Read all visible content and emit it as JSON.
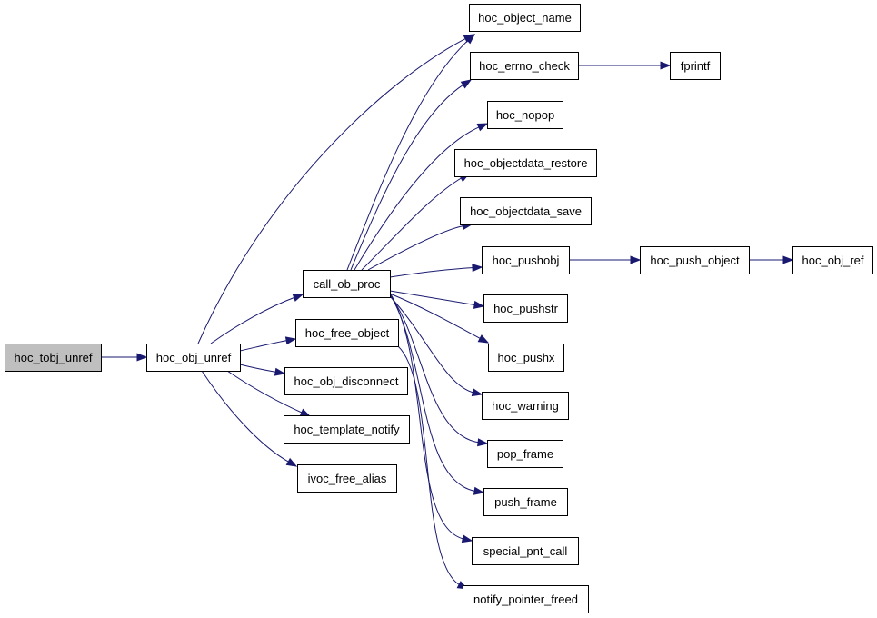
{
  "colors": {
    "edge": "#191970",
    "node_fill": "#ffffff",
    "root_fill": "#bfbfbf",
    "node_border": "#000000"
  },
  "nodes": [
    {
      "id": "hoc_tobj_unref",
      "label": "hoc_tobj_unref",
      "root": true
    },
    {
      "id": "hoc_obj_unref",
      "label": "hoc_obj_unref"
    },
    {
      "id": "call_ob_proc",
      "label": "call_ob_proc"
    },
    {
      "id": "hoc_free_object",
      "label": "hoc_free_object"
    },
    {
      "id": "hoc_obj_disconnect",
      "label": "hoc_obj_disconnect"
    },
    {
      "id": "hoc_template_notify",
      "label": "hoc_template_notify"
    },
    {
      "id": "ivoc_free_alias",
      "label": "ivoc_free_alias"
    },
    {
      "id": "hoc_object_name",
      "label": "hoc_object_name"
    },
    {
      "id": "hoc_errno_check",
      "label": "hoc_errno_check"
    },
    {
      "id": "fprintf",
      "label": "fprintf"
    },
    {
      "id": "hoc_nopop",
      "label": "hoc_nopop"
    },
    {
      "id": "hoc_objectdata_restore",
      "label": "hoc_objectdata_restore"
    },
    {
      "id": "hoc_objectdata_save",
      "label": "hoc_objectdata_save"
    },
    {
      "id": "hoc_pushobj",
      "label": "hoc_pushobj"
    },
    {
      "id": "hoc_push_object",
      "label": "hoc_push_object"
    },
    {
      "id": "hoc_obj_ref",
      "label": "hoc_obj_ref"
    },
    {
      "id": "hoc_pushstr",
      "label": "hoc_pushstr"
    },
    {
      "id": "hoc_pushx",
      "label": "hoc_pushx"
    },
    {
      "id": "hoc_warning",
      "label": "hoc_warning"
    },
    {
      "id": "pop_frame",
      "label": "pop_frame"
    },
    {
      "id": "push_frame",
      "label": "push_frame"
    },
    {
      "id": "special_pnt_call",
      "label": "special_pnt_call"
    },
    {
      "id": "notify_pointer_freed",
      "label": "notify_pointer_freed"
    }
  ],
  "edges": [
    {
      "from": "hoc_tobj_unref",
      "to": "hoc_obj_unref"
    },
    {
      "from": "hoc_obj_unref",
      "to": "call_ob_proc"
    },
    {
      "from": "hoc_obj_unref",
      "to": "hoc_free_object"
    },
    {
      "from": "hoc_obj_unref",
      "to": "hoc_obj_disconnect"
    },
    {
      "from": "hoc_obj_unref",
      "to": "hoc_template_notify"
    },
    {
      "from": "hoc_obj_unref",
      "to": "ivoc_free_alias"
    },
    {
      "from": "hoc_obj_unref",
      "to": "hoc_object_name"
    },
    {
      "from": "call_ob_proc",
      "to": "hoc_object_name"
    },
    {
      "from": "call_ob_proc",
      "to": "hoc_errno_check"
    },
    {
      "from": "call_ob_proc",
      "to": "hoc_nopop"
    },
    {
      "from": "call_ob_proc",
      "to": "hoc_objectdata_restore"
    },
    {
      "from": "call_ob_proc",
      "to": "hoc_objectdata_save"
    },
    {
      "from": "call_ob_proc",
      "to": "hoc_pushobj"
    },
    {
      "from": "call_ob_proc",
      "to": "hoc_pushstr"
    },
    {
      "from": "call_ob_proc",
      "to": "hoc_pushx"
    },
    {
      "from": "call_ob_proc",
      "to": "hoc_warning"
    },
    {
      "from": "call_ob_proc",
      "to": "pop_frame"
    },
    {
      "from": "call_ob_proc",
      "to": "push_frame"
    },
    {
      "from": "call_ob_proc",
      "to": "special_pnt_call"
    },
    {
      "from": "hoc_free_object",
      "to": "notify_pointer_freed"
    },
    {
      "from": "hoc_errno_check",
      "to": "fprintf"
    },
    {
      "from": "hoc_pushobj",
      "to": "hoc_push_object"
    },
    {
      "from": "hoc_push_object",
      "to": "hoc_obj_ref"
    }
  ]
}
